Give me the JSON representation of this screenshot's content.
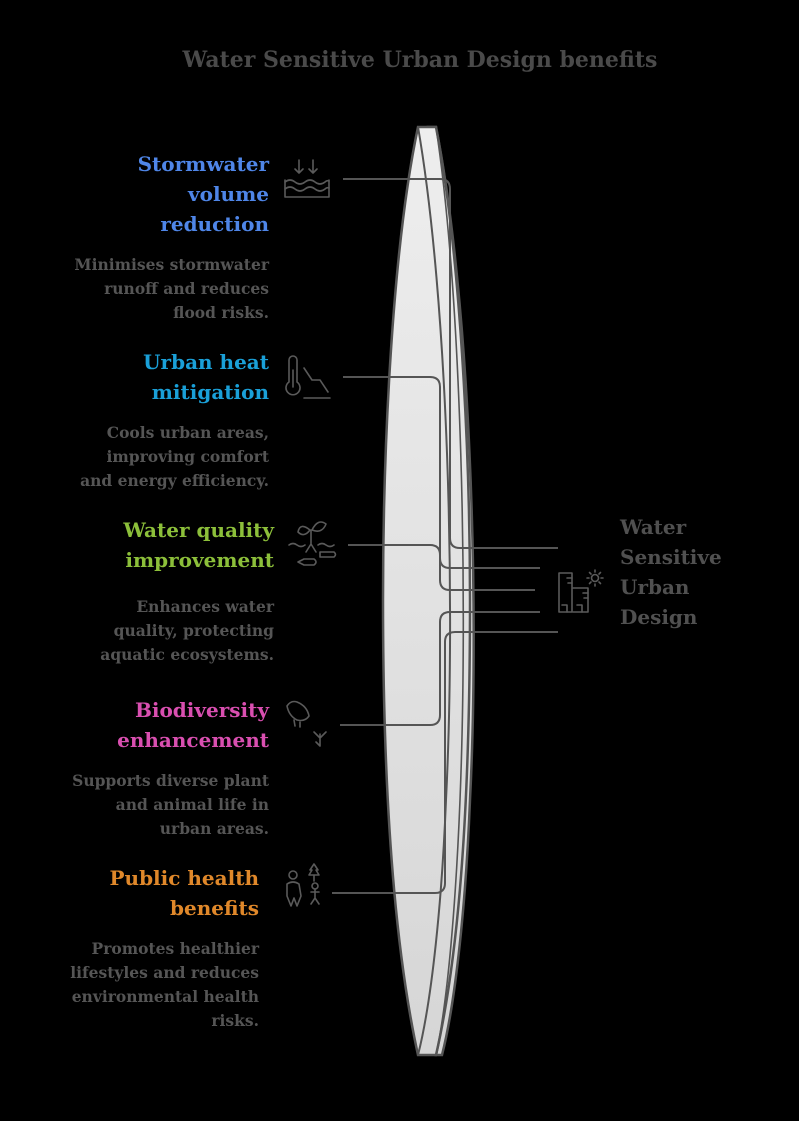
{
  "title": "Water Sensitive Urban Design benefits",
  "center": {
    "label_lines": [
      "Water",
      "Sensitive",
      "Urban",
      "Design"
    ],
    "icon": "city-building-sun-icon"
  },
  "items": [
    {
      "heading_lines": [
        "Stormwater",
        "volume",
        "reduction"
      ],
      "color": "#4f86e8",
      "description_lines": [
        "Minimises stormwater",
        "runoff and reduces",
        "flood risks."
      ],
      "icon": "rainwater-arrows-waves-icon"
    },
    {
      "heading_lines": [
        "Urban heat",
        "mitigation"
      ],
      "color": "#1aa0d8",
      "description_lines": [
        "Cools urban areas,",
        "improving comfort",
        "and energy efficiency."
      ],
      "icon": "thermometer-decline-icon"
    },
    {
      "heading_lines": [
        "Water quality",
        "improvement"
      ],
      "color": "#8cbf3a",
      "description_lines": [
        "Enhances water",
        "quality, protecting",
        "aquatic ecosystems."
      ],
      "icon": "plant-water-fish-icon"
    },
    {
      "heading_lines": [
        "Biodiversity",
        "enhancement"
      ],
      "color": "#d94fb0",
      "description_lines": [
        "Supports diverse plant",
        "and animal life in",
        "urban areas."
      ],
      "icon": "bird-sprout-icon"
    },
    {
      "heading_lines": [
        "Public health",
        "benefits"
      ],
      "color": "#e0882a",
      "description_lines": [
        "Promotes healthier",
        "lifestyles and reduces",
        "environmental health",
        "risks."
      ],
      "icon": "family-walk-tree-icon"
    }
  ],
  "colors": {
    "background": "#000000",
    "lens_fill": "#e6e6e6",
    "stroke": "#555555",
    "title": "#4a4a4a",
    "description": "#555555"
  }
}
